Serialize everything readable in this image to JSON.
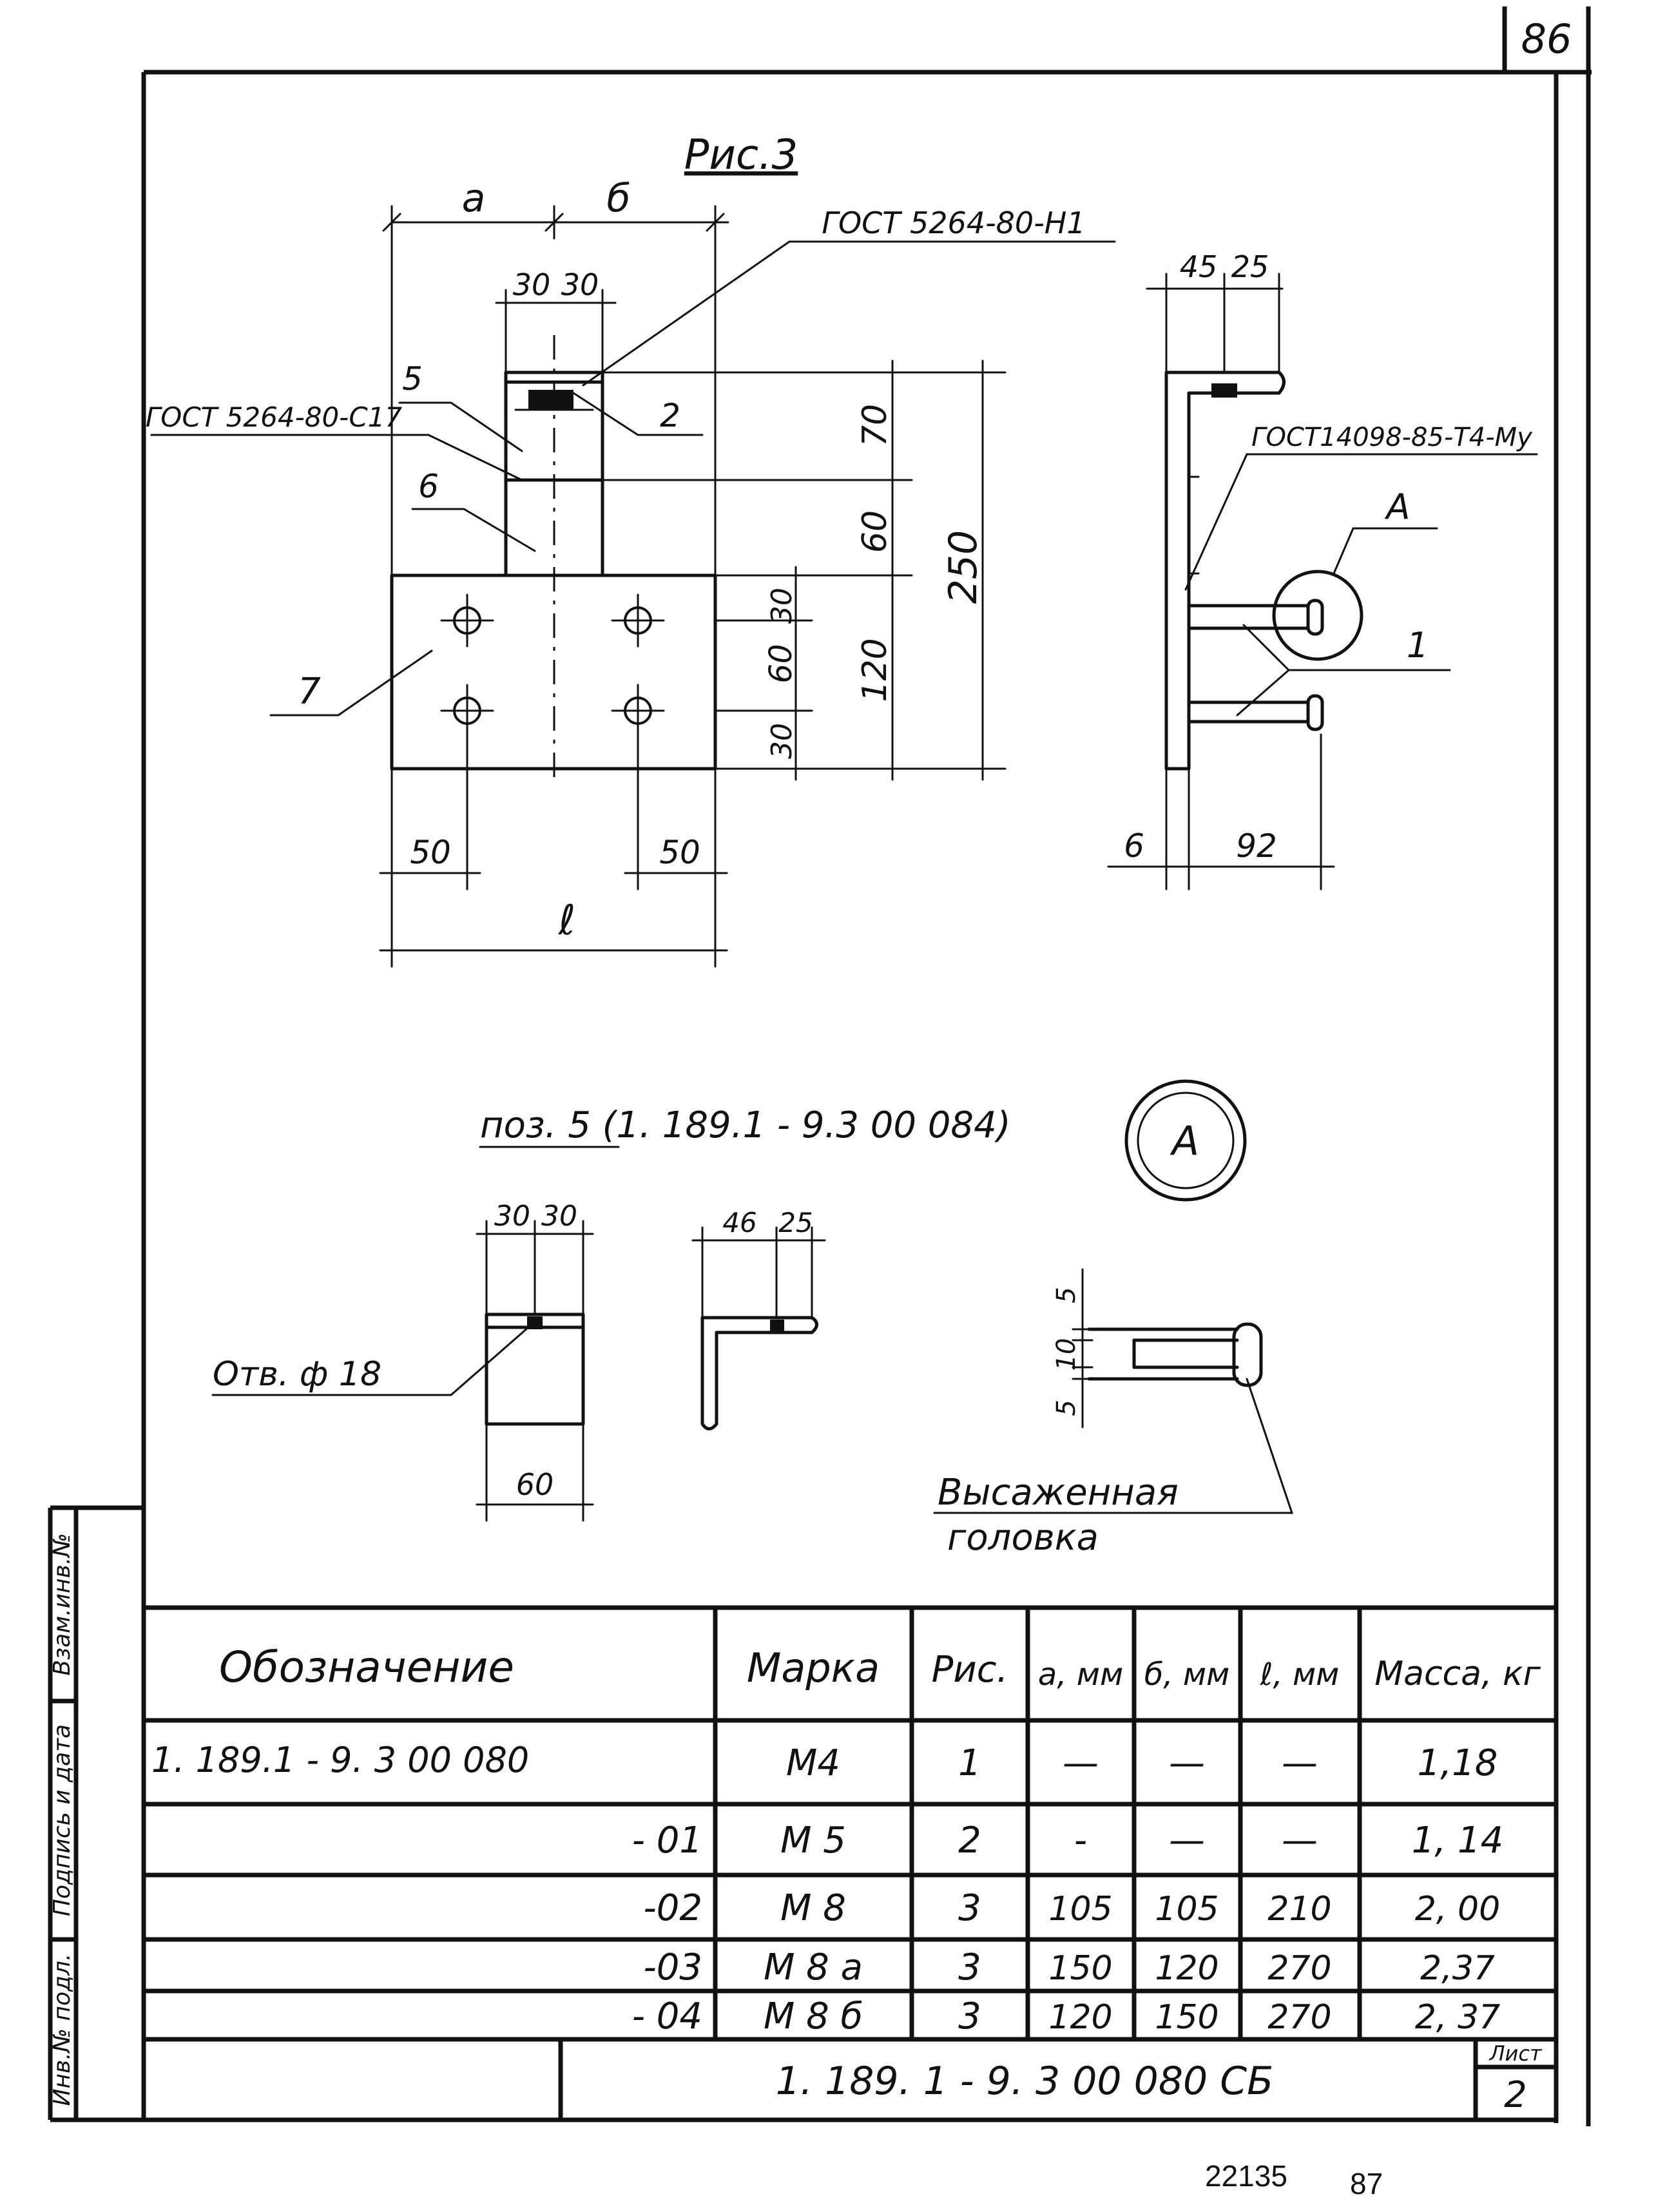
{
  "sheet_top_number": "86",
  "figure": {
    "caption": "Рис.3",
    "dim_a": "a",
    "dim_b": "б",
    "dim_l": "ℓ",
    "dim_30a": "30",
    "dim_30b": "30",
    "dim_70": "70",
    "dim_60": "60",
    "dim_250": "250",
    "dim_30top": "30",
    "dim_60mid": "60",
    "dim_30bot": "30",
    "dim_120": "120",
    "dim_50left": "50",
    "dim_50right": "50",
    "gost_top": "ГОСТ 5264-80-Н1",
    "gost_left": "ГОСТ 5264-80-С17",
    "pos_5": "5",
    "pos_6": "6",
    "pos_2": "2",
    "pos_7": "7"
  },
  "side_view": {
    "dim_45": "45",
    "dim_25": "25",
    "gost": "ГОСТ14098-85-Т4-Му",
    "callout_a": "А",
    "pos_1": "1",
    "dim_6": "6",
    "dim_92": "92"
  },
  "detail": {
    "title": "поз. 5 (1. 189.1 - 9.3  00 084)",
    "view_a_label": "А",
    "hole_label": "Отв.  ф 18",
    "dim_30a": "30",
    "dim_30b": "30",
    "dim_60": "60",
    "dim_46": "46",
    "dim_25": "25",
    "dim_5top": "5",
    "dim_10": "10",
    "dim_5bot": "5",
    "head_label_1": "Высаженная",
    "head_label_2": "головка"
  },
  "side_stamp": [
    "Взам.инв.№",
    "Подпись и дата",
    "Инв.№ подл."
  ],
  "table": {
    "headers": [
      "Обозначение",
      "Марка",
      "Рис.",
      "а, мм",
      "б, мм",
      "ℓ, мм",
      "Масса, кг"
    ],
    "rows": [
      [
        "1. 189.1 - 9. 3    00  080",
        "М4",
        "1",
        "—",
        "—",
        "—",
        "1,18"
      ],
      [
        "- 01",
        "М 5",
        "2",
        "-",
        "—",
        "—",
        "1, 14"
      ],
      [
        "-02",
        "М 8",
        "3",
        "105",
        "105",
        "210",
        "2, 00"
      ],
      [
        "-03",
        "М 8 а",
        "3",
        "150",
        "120",
        "270",
        "2,37"
      ],
      [
        "- 04",
        "М 8 б",
        "3",
        "120",
        "150",
        "270",
        "2, 37"
      ]
    ]
  },
  "title_block": {
    "doc_code": "1. 189. 1 - 9. 3    00  080   СБ",
    "sheet_label": "Лист",
    "sheet_number": "2"
  },
  "footer": {
    "archive_number": "22135",
    "page_number": "87"
  }
}
